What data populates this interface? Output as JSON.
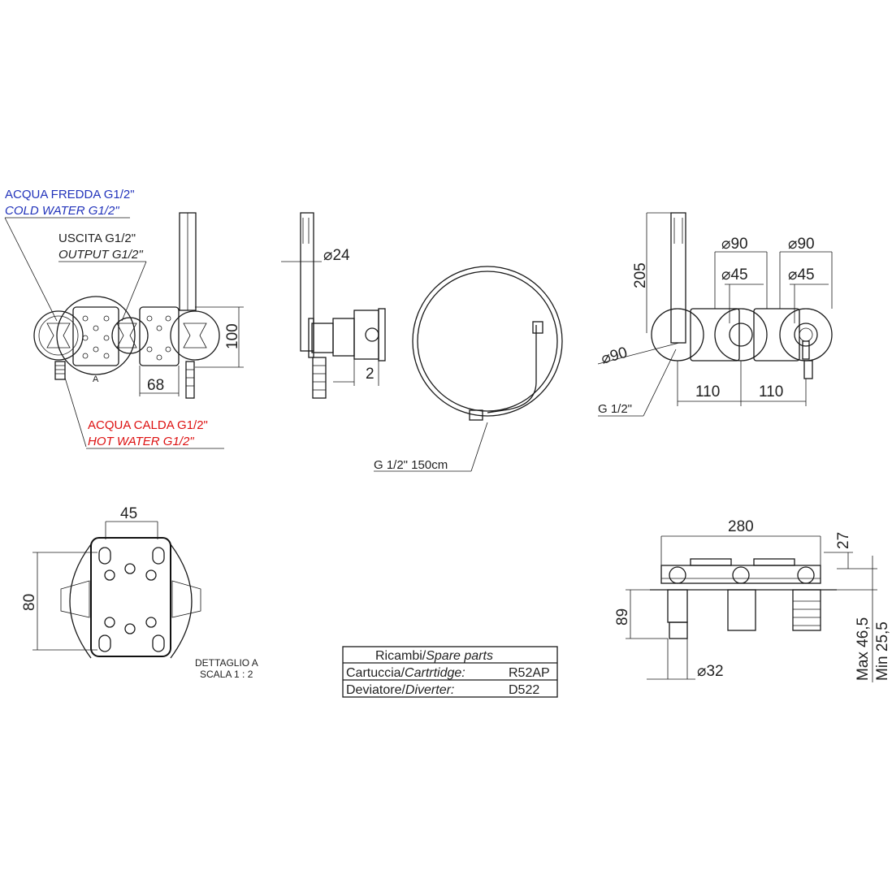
{
  "labels": {
    "cold_it": "ACQUA FREDDA G1/2\"",
    "cold_en": "COLD WATER G1/2\"",
    "out_it": "USCITA G1/2\"",
    "out_en": "OUTPUT G1/2\"",
    "hot_it": "ACQUA CALDA G1/2\"",
    "hot_en": "HOT WATER G1/2\"",
    "detail_marker": "A",
    "detail_title": "DETTAGLIO A",
    "detail_scale": "SCALA 1 : 2",
    "hose": "G 1/2\" 150cm",
    "g_half": "G 1/2\""
  },
  "dims": {
    "d100": "100",
    "d68": "68",
    "d24": "24",
    "d2": "2",
    "d205": "205",
    "d90a": "90",
    "d90b": "90",
    "d45a": "45",
    "d45b": "45",
    "d90c": "90",
    "d110a": "110",
    "d110b": "110",
    "d45c": "45",
    "d80": "80",
    "d280": "280",
    "d27": "27",
    "d89": "89",
    "d32": "32",
    "max": "Max 46,5",
    "min": "Min 25,5"
  },
  "diameter_symbol": "⌀",
  "spare_parts": {
    "title_it": "Ricambi/",
    "title_en": "Spare parts",
    "rows": [
      {
        "it": "Cartuccia/",
        "en": "Cartrtidge:",
        "code": "R52AP"
      },
      {
        "it": "Deviatore/",
        "en": "Diverter:",
        "code": "D522"
      }
    ]
  }
}
